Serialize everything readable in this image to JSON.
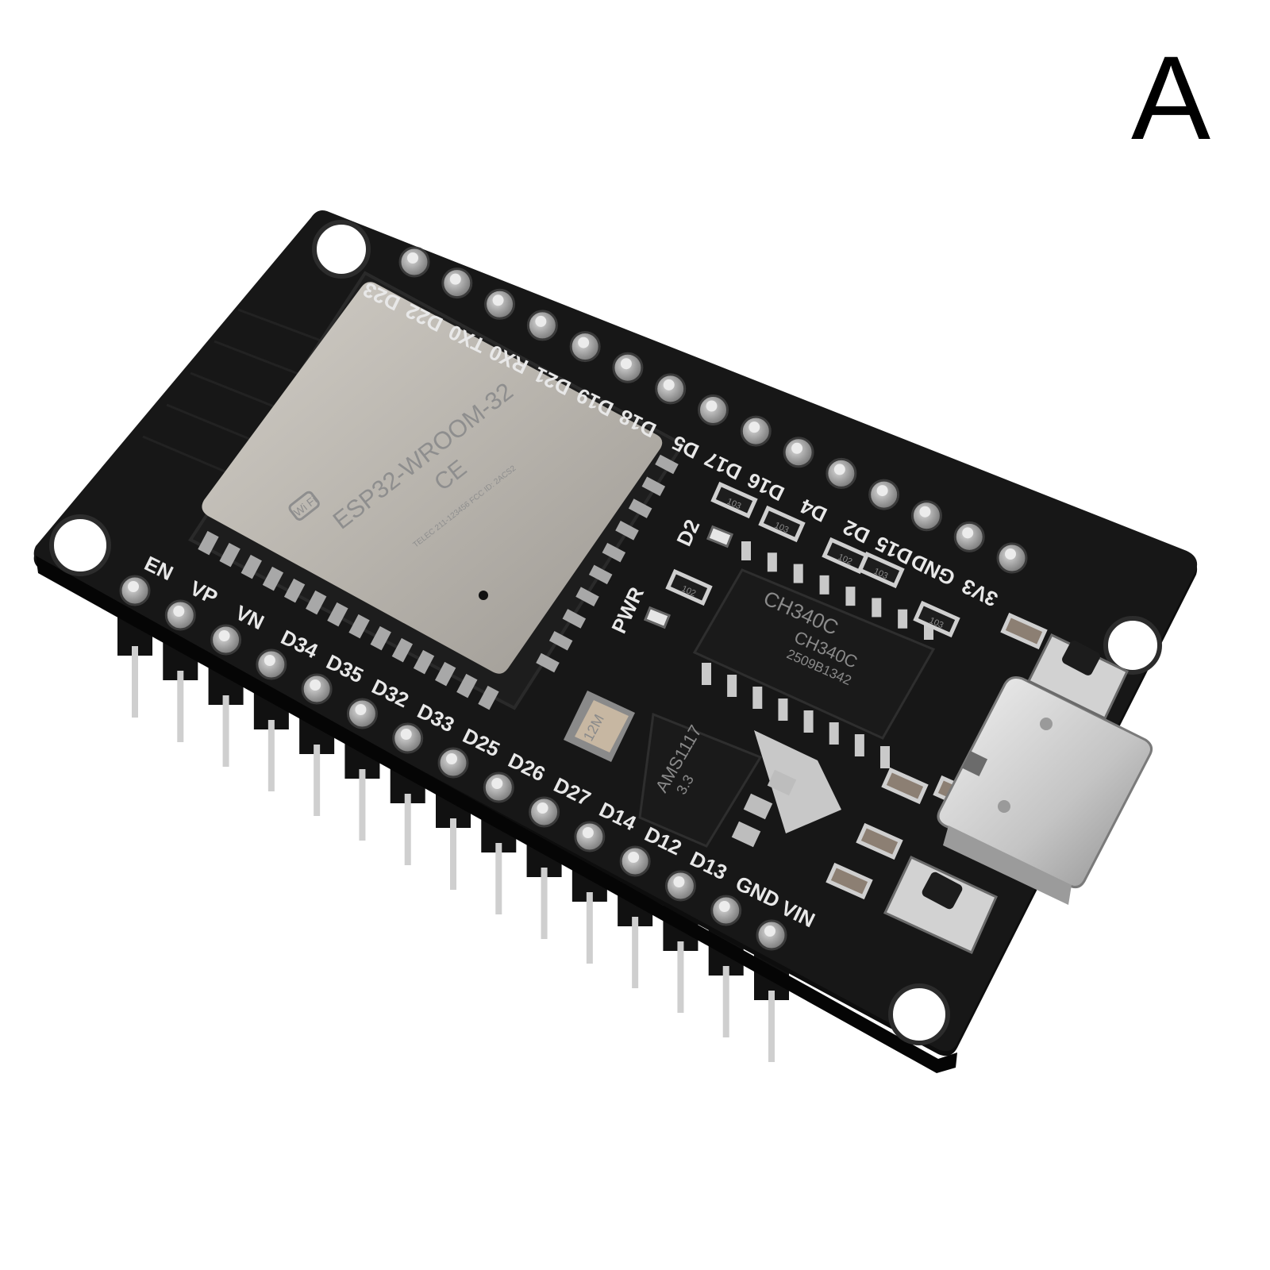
{
  "variant_letter": "A",
  "module": {
    "name": "ESP32-WROOM-32",
    "wifi_logo": "Wi Fi",
    "ce_mark": "CE",
    "cert_line": "TELEC 211-123456 FCC ID: 2ACS2"
  },
  "pins_top": [
    "D23",
    "D22",
    "TX0",
    "RX0",
    "D21",
    "D19",
    "D18",
    "D5",
    "D17",
    "D16",
    "D4",
    "D2",
    "D15",
    "GND",
    "3V3"
  ],
  "pins_bottom": [
    "EN",
    "VP",
    "VN",
    "D34",
    "D35",
    "D32",
    "D33",
    "D25",
    "D26",
    "D27",
    "D14",
    "D12",
    "D13",
    "GND",
    "VIN"
  ],
  "board_labels": {
    "led_d2": "D2",
    "led_pwr": "PWR"
  },
  "chips": {
    "usb_uart": "CH340C",
    "usb_uart_code": "2509B1342",
    "ldo": "AMS1117",
    "ldo_voltage": "3.3",
    "crystal": "12M"
  },
  "resistor_marks": [
    "103",
    "103",
    "102",
    "102",
    "103",
    "103"
  ],
  "colors": {
    "pcb": "#141414",
    "silkscreen": "#e8e8e8",
    "shield": "#b9b5ae",
    "pad": "#a7a7a7"
  },
  "icons": [
    "usb-c-connector-icon",
    "tactile-button-icon",
    "wifi-logo-icon",
    "ce-mark-icon"
  ]
}
